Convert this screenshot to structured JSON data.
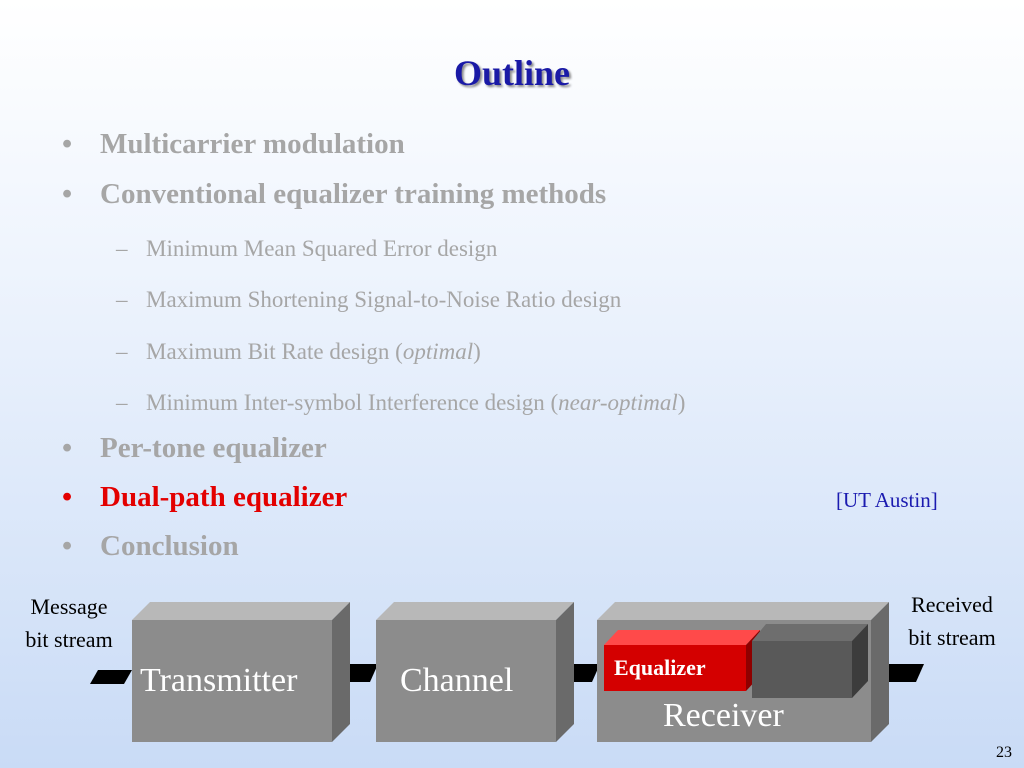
{
  "slide": {
    "title": "Outline",
    "number": "23"
  },
  "outline": {
    "item1": "Multicarrier modulation",
    "item2": "Conventional equalizer training methods",
    "sub1": "Minimum Mean Squared Error design",
    "sub2": "Maximum Shortening Signal-to-Noise Ratio design",
    "sub3_text": "Maximum Bit Rate design (",
    "sub3_em": "optimal",
    "sub3_close": ")",
    "sub4_text": "Minimum Inter-symbol Interference design (",
    "sub4_em": "near-optimal",
    "sub4_close": ")",
    "item3": "Per-tone equalizer",
    "item4": "Dual-path equalizer",
    "item5": "Conclusion",
    "bullet": "•",
    "dash": "–",
    "reference": "[UT Austin]"
  },
  "diagram": {
    "input_line1": "Message",
    "input_line2": "bit stream",
    "output_line1": "Received",
    "output_line2": "bit stream",
    "transmitter": "Transmitter",
    "channel": "Channel",
    "receiver": "Receiver",
    "equalizer": "Equalizer"
  },
  "colors": {
    "title": "#1a1aa6",
    "inactive_text": "#a6a6a6",
    "active_text": "#e30000",
    "reference": "#1b1bb0",
    "block_front": "#8c8c8c",
    "equalizer": "#d40000"
  }
}
